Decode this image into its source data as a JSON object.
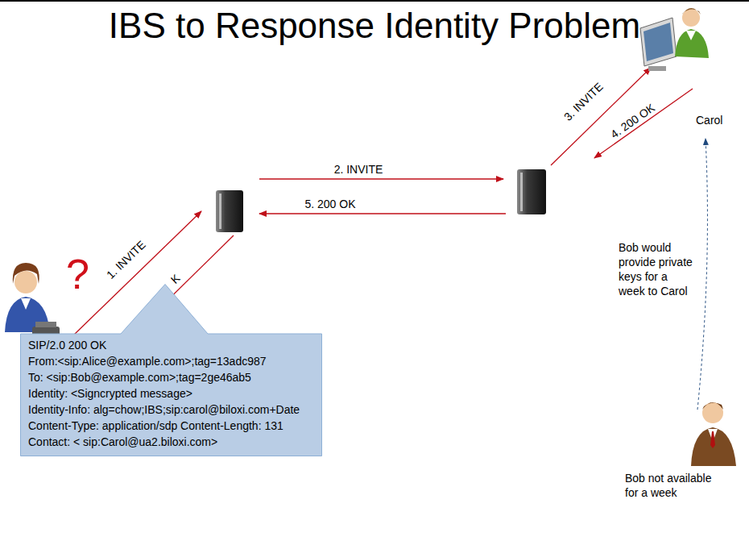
{
  "diagram": {
    "title": "IBS to Response Identity Problem",
    "nodes": [
      {
        "text": [
          "SIP/2.0 200 OK",
          "From:<sip:Alice@example.com>;tag=13adc987",
          "To: <sip:Bob@example.com>;tag=2ge46ab5",
          "Identity: <Signcrypted message>",
          "Identity-Info: alg=chow;IBS;sip:carol@biloxi.com+Date",
          "Content-Type: application/sdp Content-Length: 131",
          "Contact: < sip:Carol@ua2.biloxi.com>"
        ]
      }
    ],
    "labels": [
      "?",
      "1. INVITE",
      "K",
      "2. INVITE",
      "5. 200 OK",
      "3. INVITE",
      "4. 200 OK",
      "Carol",
      "Bob would provide private keys for a week to Carol",
      "Bob not available for a week"
    ]
  }
}
